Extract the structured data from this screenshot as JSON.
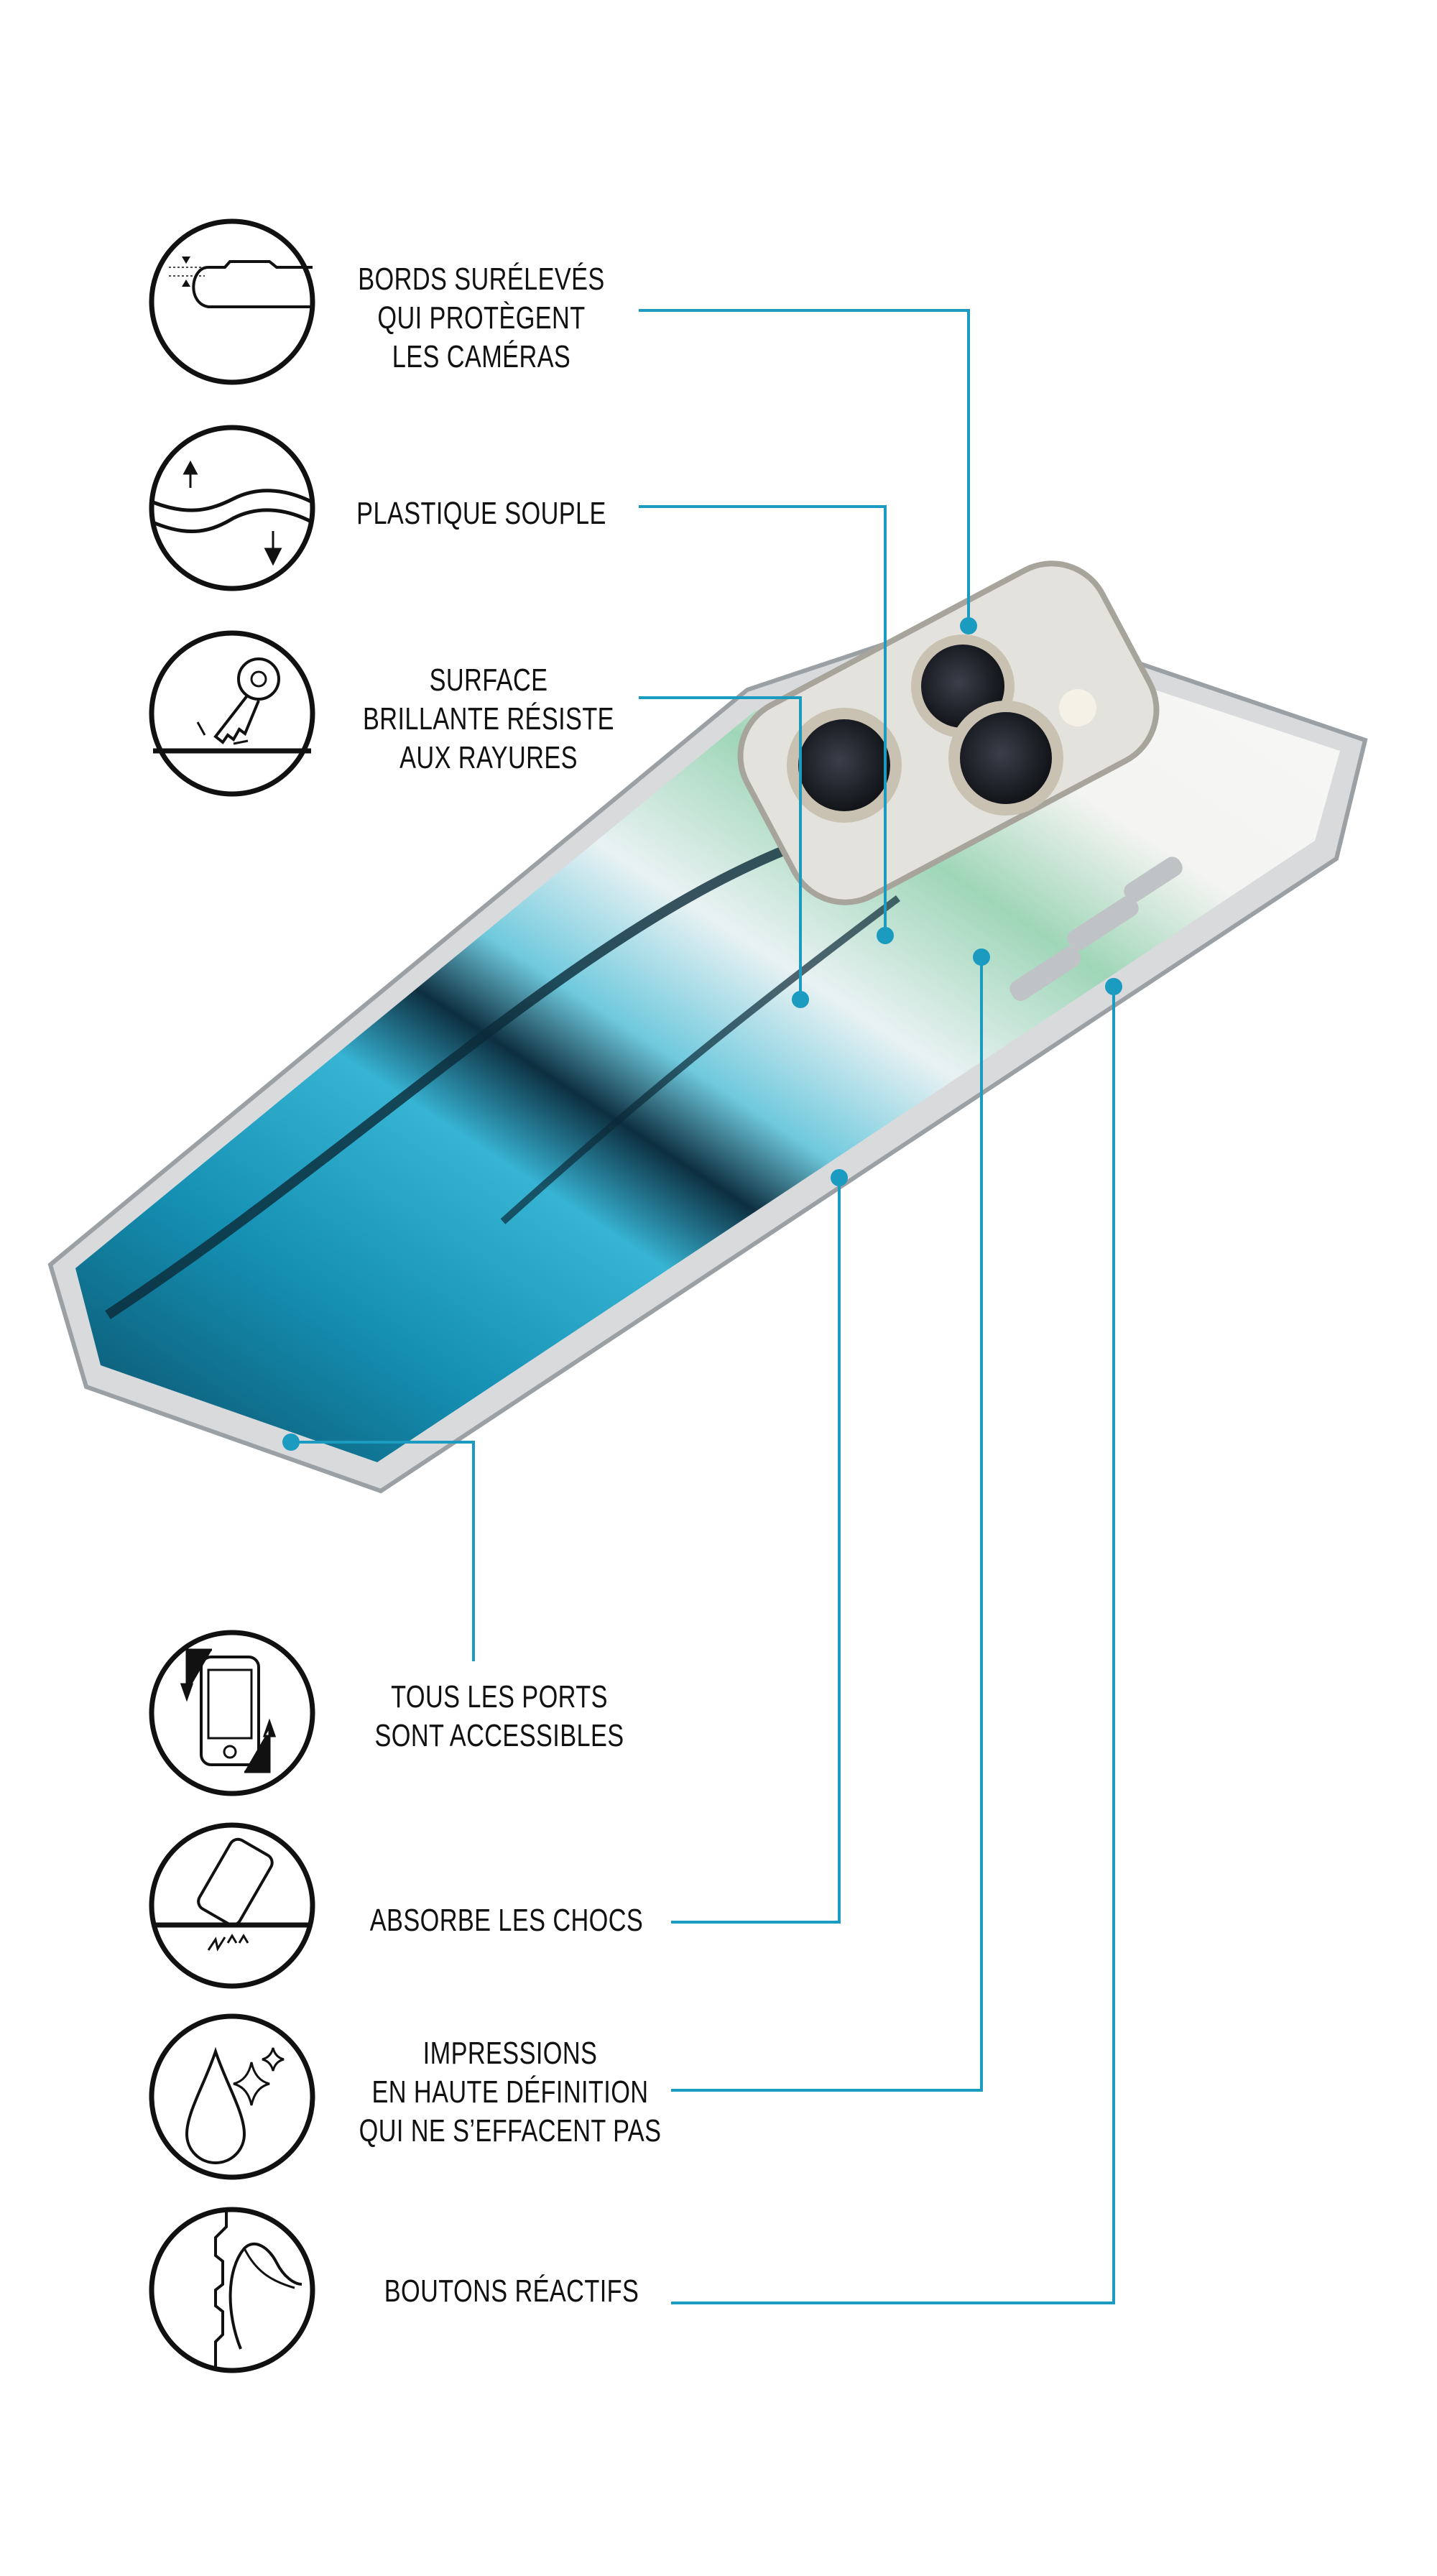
{
  "accent_color": "#1a9bbf",
  "features": [
    {
      "icon": "raised-edges-icon",
      "lines": [
        "BORDS SURÉLEVÉS",
        "QUI PROTÈGENT",
        "LES CAMÉRAS"
      ]
    },
    {
      "icon": "flexible-plastic-icon",
      "lines": [
        "PLASTIQUE SOUPLE"
      ]
    },
    {
      "icon": "scratch-resistant-key-icon",
      "lines": [
        "SURFACE",
        "BRILLANTE RÉSISTE",
        "AUX RAYURES"
      ]
    },
    {
      "icon": "ports-accessible-phone-icon",
      "lines": [
        "TOUS LES PORTS",
        "SONT ACCESSIBLES"
      ]
    },
    {
      "icon": "shock-absorb-phone-icon",
      "lines": [
        "ABSORBE LES CHOCS"
      ]
    },
    {
      "icon": "hd-print-drop-icon",
      "lines": [
        "IMPRESSIONS",
        "EN HAUTE DÉFINITION",
        "QUI NE S’EFFACENT PAS"
      ]
    },
    {
      "icon": "responsive-buttons-icon",
      "lines": [
        "BOUTONS RÉACTIFS"
      ]
    }
  ]
}
